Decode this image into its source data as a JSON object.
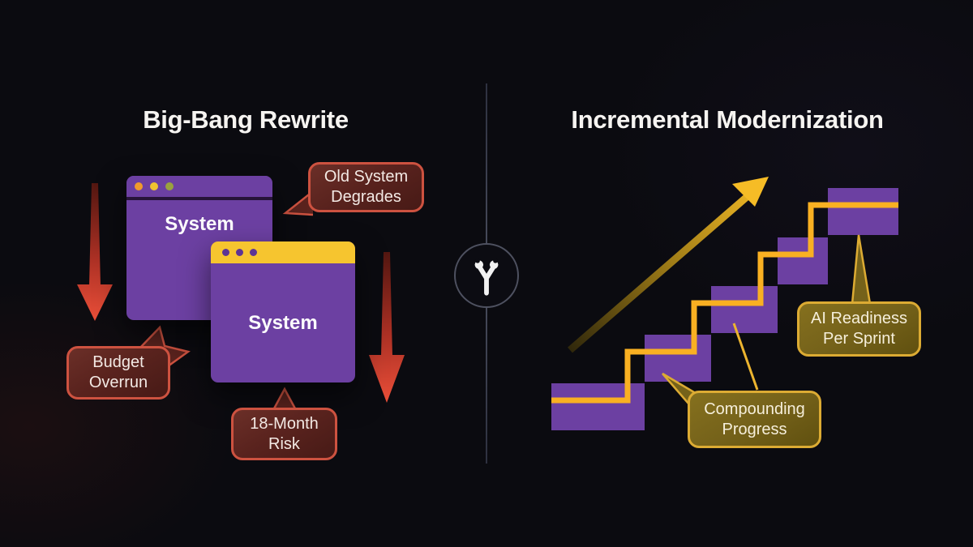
{
  "left_panel": {
    "title": "Big-Bang Rewrite",
    "old_window": {
      "label": "System"
    },
    "new_window": {
      "label": "System"
    },
    "callouts": {
      "degrades": {
        "line1": "Old System",
        "line2": "Degrades"
      },
      "budget": {
        "line1": "Budget",
        "line2": "Overrun"
      },
      "risk": {
        "line1": "18-Month",
        "line2": "Risk"
      }
    }
  },
  "right_panel": {
    "title": "Incremental Modernization",
    "callouts": {
      "ai": {
        "line1": "AI Readiness",
        "line2": "Per Sprint"
      },
      "compounding": {
        "line1": "Compounding",
        "line2": "Progress"
      }
    }
  },
  "divider": {
    "icon": "fork-wrench-icon"
  },
  "colors": {
    "background": "#0b0b10",
    "purple": "#6c40a2",
    "window_yellow": "#f6c52f",
    "stair_gold": "#f9b022",
    "arrow_red": "#ea4f39",
    "red_callout_fill": "#5a231e",
    "red_callout_border": "#cd5240",
    "gold_callout_fill": "#75621a",
    "gold_callout_border": "#dcab33",
    "old_window_dots": [
      "#f09b2c",
      "#f0c330",
      "#9aa23e"
    ],
    "new_window_dot": "#5d3494",
    "title_text": "#f6f4f1"
  }
}
